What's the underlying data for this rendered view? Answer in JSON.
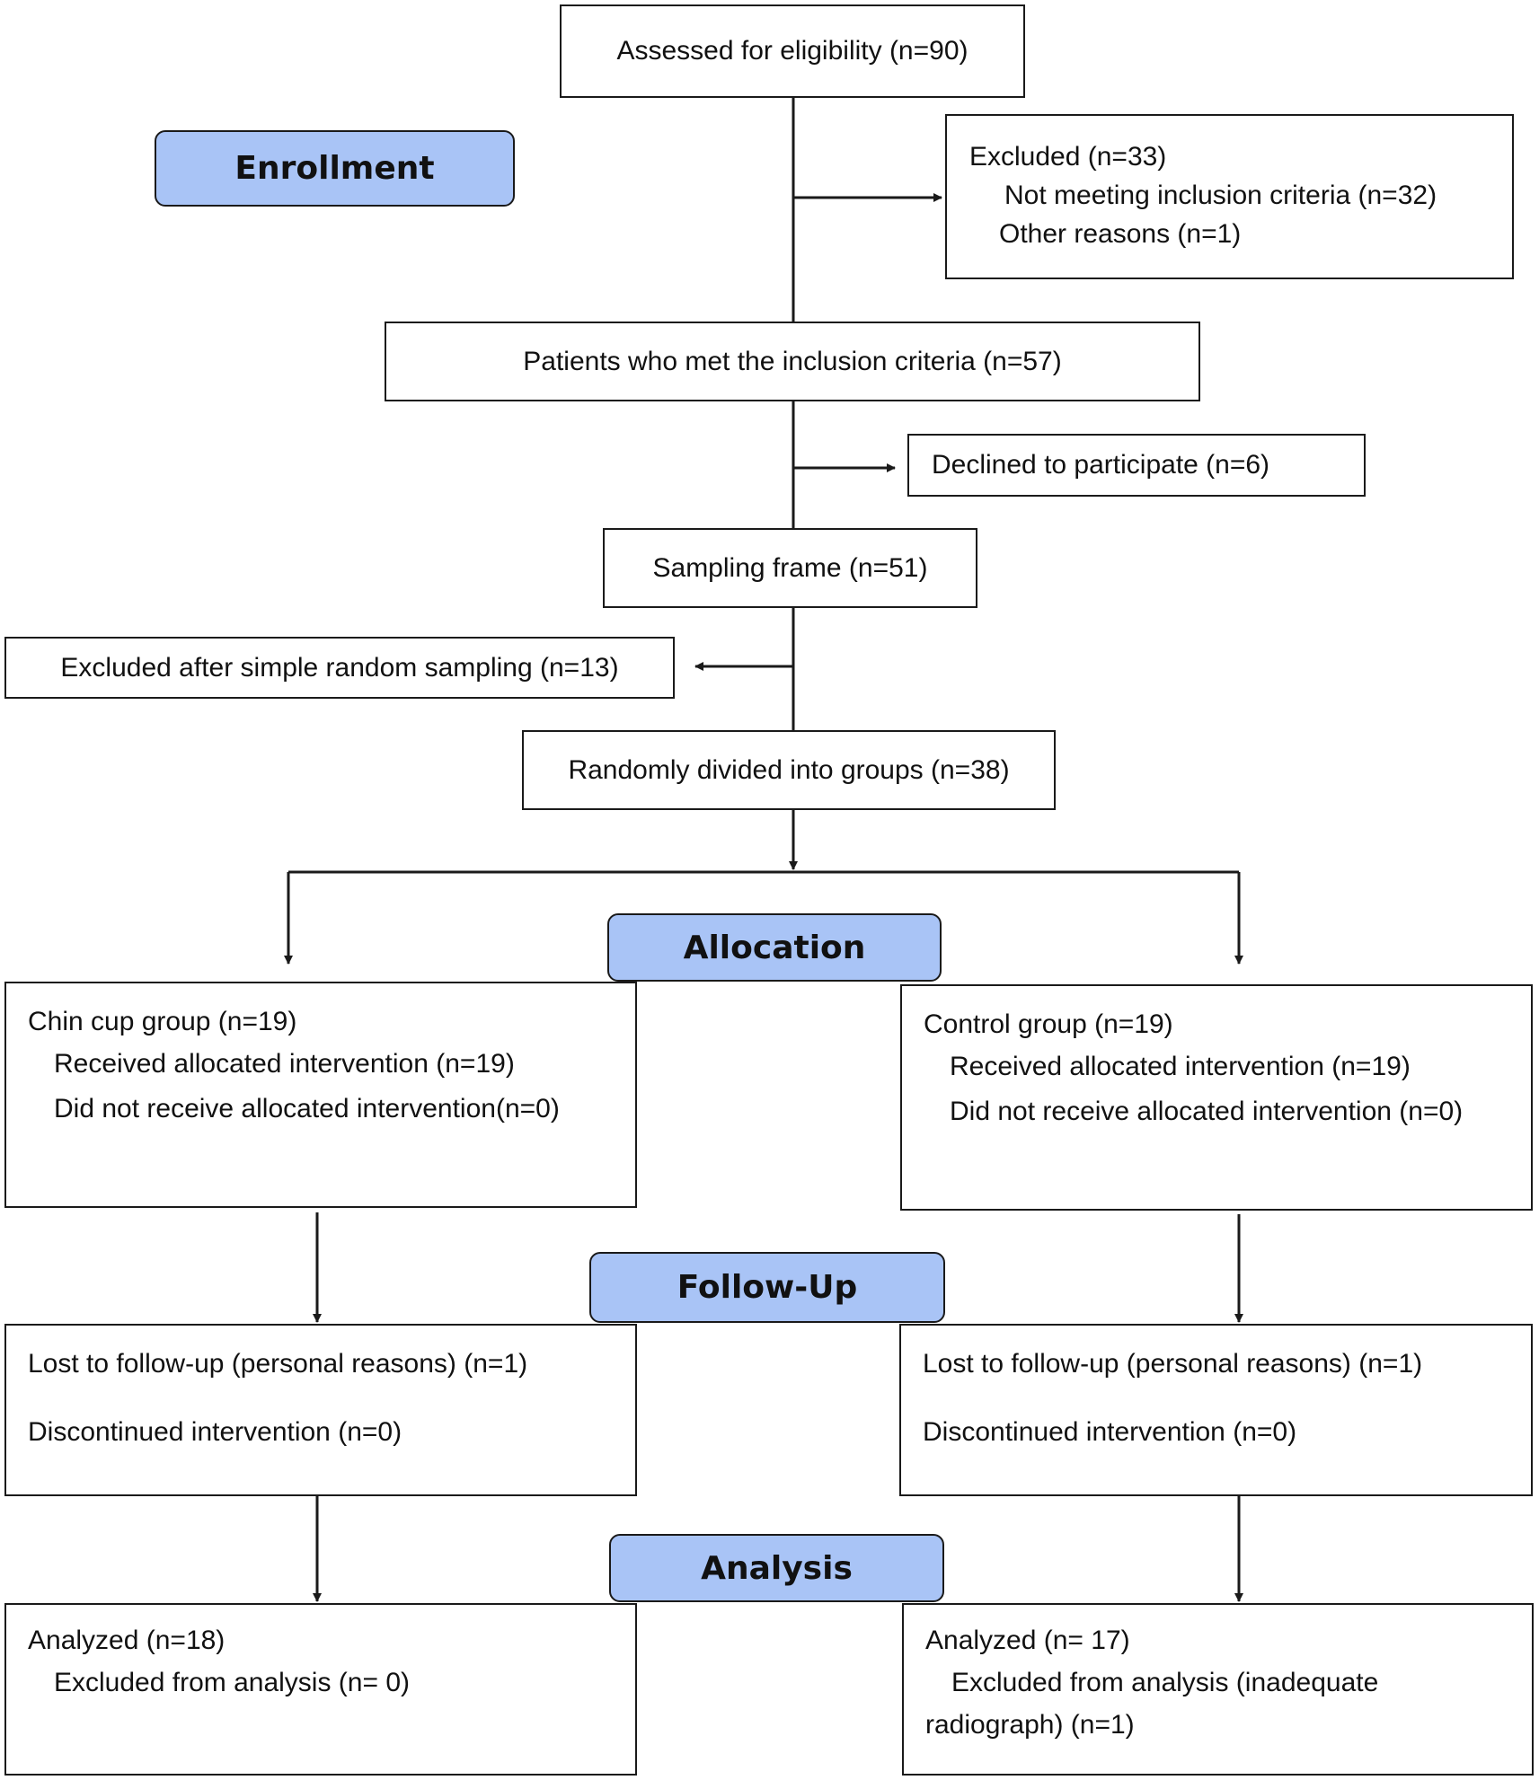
{
  "stages": {
    "enrollment": "Enrollment",
    "allocation": "Allocation",
    "follow_up": "Follow-Up",
    "analysis": "Analysis"
  },
  "enrollment": {
    "assessed": "Assessed for eligibility (n=90)",
    "excluded": {
      "title": "Excluded (n=33)",
      "not_meeting": "Not meeting inclusion criteria (n=32)",
      "other": "Other reasons (n=1)"
    },
    "met_criteria": "Patients who met the inclusion criteria (n=57)",
    "declined": "Declined to participate (n=6)",
    "sampling_frame": "Sampling frame (n=51)",
    "excluded_sampling": "Excluded after simple random sampling (n=13)",
    "randomized": "Randomly divided into groups (n=38)"
  },
  "allocation": {
    "left": {
      "title": "Chin cup group (n=19)",
      "received": "Received allocated intervention (n=19)",
      "not_received": "Did not receive allocated intervention(n=0)"
    },
    "right": {
      "title": "Control group (n=19)",
      "received": "Received allocated intervention (n=19)",
      "not_received": "Did not receive allocated intervention (n=0)"
    }
  },
  "follow_up": {
    "left": {
      "lost": "Lost to follow-up (personal reasons) (n=1)",
      "discontinued": "Discontinued intervention (n=0)"
    },
    "right": {
      "lost": "Lost to follow-up (personal reasons) (n=1)",
      "discontinued": "Discontinued intervention (n=0)"
    }
  },
  "analysis": {
    "left": {
      "analyzed": "Analyzed (n=18)",
      "excluded": "Excluded from analysis (n= 0)"
    },
    "right": {
      "analyzed": "Analyzed (n= 17)",
      "excluded_1": "Excluded from analysis (inadequate",
      "excluded_2": "radiograph) (n=1)"
    }
  },
  "colors": {
    "stage_fill": "#a9c4f6",
    "line": "#1a1a1a"
  }
}
